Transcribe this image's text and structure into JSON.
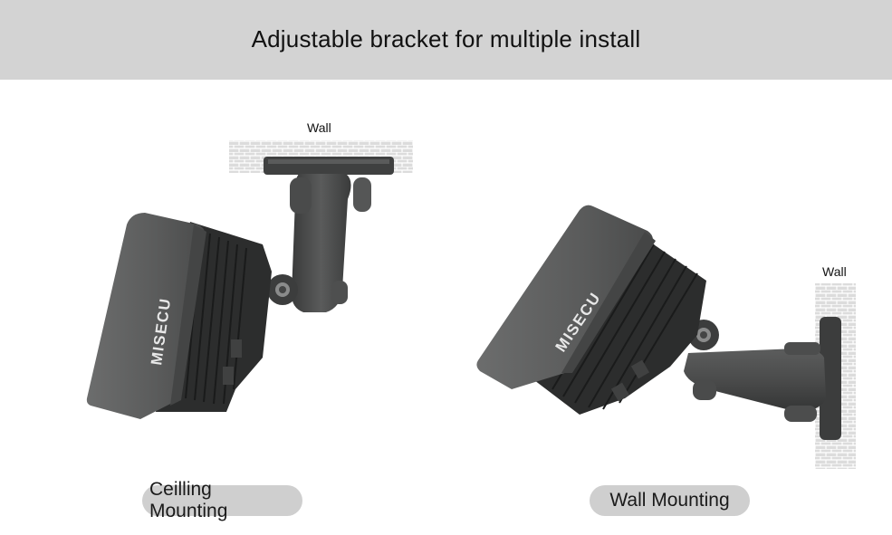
{
  "header": {
    "title": "Adjustable bracket for multiple install"
  },
  "ceiling": {
    "wall_label": "Wall",
    "caption": "Ceilling Mounting",
    "brand": "MISECU"
  },
  "wall": {
    "wall_label": "Wall",
    "caption": "Wall Mounting",
    "brand": "MISECU"
  },
  "colors": {
    "header_bg": "#d3d3d3",
    "pill_bg": "#cfcfcf",
    "camera_body": "#5e5f5f",
    "camera_dark": "#2b2c2c",
    "wall_brick": "#d9d9d9"
  }
}
